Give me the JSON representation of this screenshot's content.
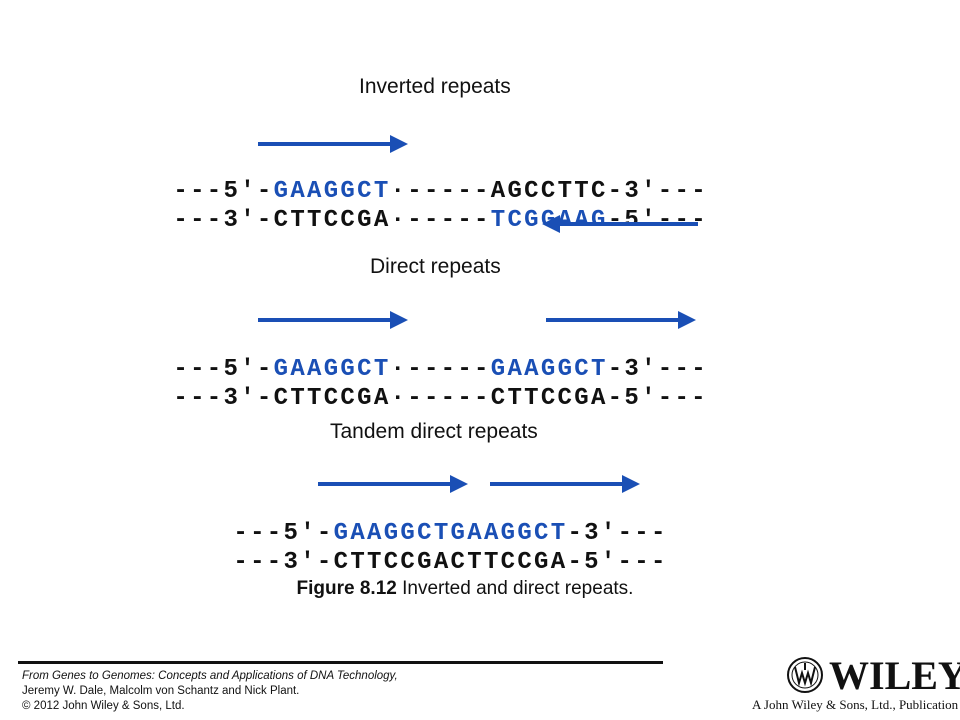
{
  "sections": [
    {
      "title": "Inverted repeats",
      "top_strand": [
        {
          "text": "---5'-",
          "color": "black"
        },
        {
          "text": "GAAGGCT",
          "color": "blue"
        },
        {
          "text": "·-----AGCCTTC-3'---",
          "color": "black"
        }
      ],
      "bottom_strand": [
        {
          "text": "---3'-CTTCCGA·-----",
          "color": "black"
        },
        {
          "text": "TCGGAAG",
          "color": "blue"
        },
        {
          "text": "-5'---",
          "color": "black"
        }
      ],
      "arrows": [
        "right",
        "left"
      ]
    },
    {
      "title": "Direct repeats",
      "top_strand": [
        {
          "text": "---5'-",
          "color": "black"
        },
        {
          "text": "GAAGGCT",
          "color": "blue"
        },
        {
          "text": "·-----",
          "color": "black"
        },
        {
          "text": "GAAGGCT",
          "color": "blue"
        },
        {
          "text": "-3'---",
          "color": "black"
        }
      ],
      "bottom_strand": [
        {
          "text": "---3'-CTTCCGA·-----CTTCCGA-5'---",
          "color": "black"
        }
      ],
      "arrows": [
        "right",
        "right"
      ]
    },
    {
      "title": "Tandem direct repeats",
      "top_strand": [
        {
          "text": "---5'-",
          "color": "black"
        },
        {
          "text": "GAAGGCTGAAGGCT",
          "color": "blue"
        },
        {
          "text": "-3'---",
          "color": "black"
        }
      ],
      "bottom_strand": [
        {
          "text": "---3'-CTTCCGACTTCCGA-5'---",
          "color": "black"
        }
      ],
      "arrows": [
        "right",
        "right"
      ]
    }
  ],
  "caption": {
    "label": "Figure 8.12",
    "text": " Inverted and direct repeats."
  },
  "source": {
    "book": "From Genes to Genomes: Concepts and Applications of DNA Technology,",
    "authors": "Jeremy W. Dale, Malcolm von Schantz and Nick Plant.",
    "copyright": "© 2012 John Wiley & Sons, Ltd."
  },
  "publisher": {
    "name": "WILEY",
    "tagline": "A John Wiley & Sons, Ltd., Publication"
  },
  "colors": {
    "accent_blue": "#1a4fb5",
    "text": "#111111"
  }
}
